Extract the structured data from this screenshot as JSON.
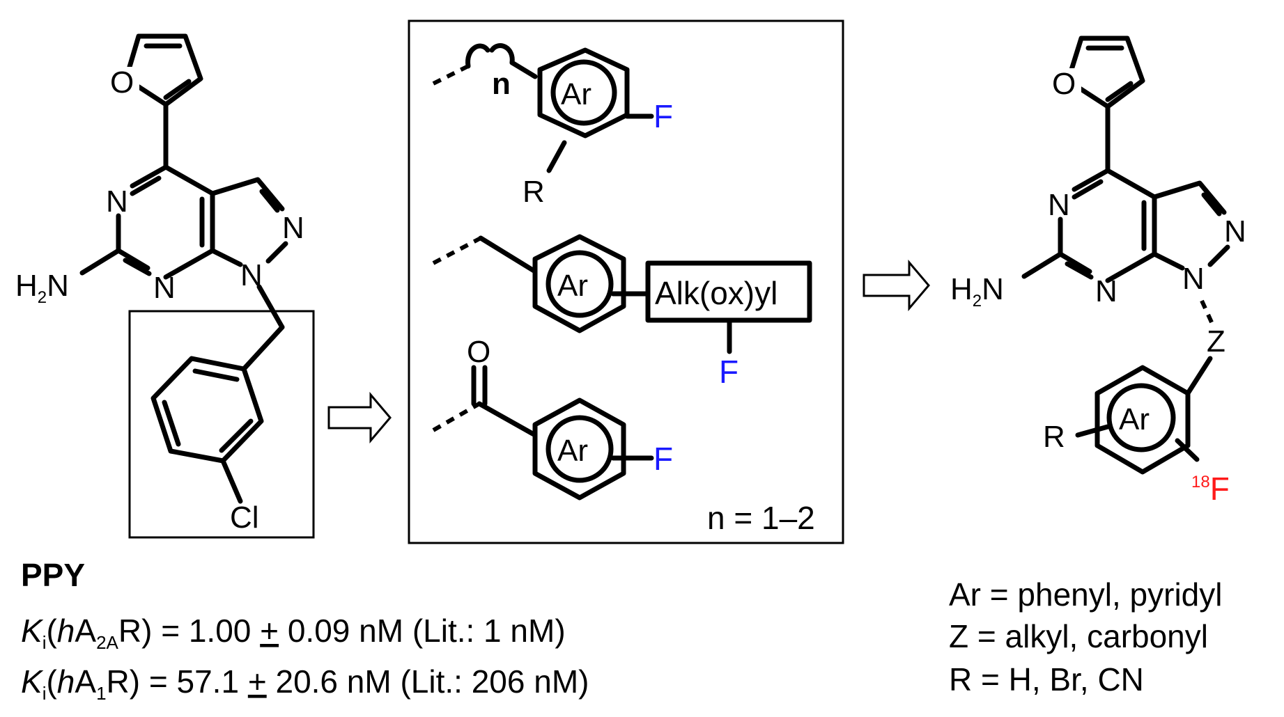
{
  "compound": {
    "name": "PPY",
    "ki_a2a": {
      "K": "K",
      "i": "i",
      "open": "(",
      "h": "h",
      "A": "A",
      "sub": "2A",
      "rest": "R) = 1.00 ",
      "pm": "+",
      "tail": " 0.09 nM (Lit.: 1 nM)"
    },
    "ki_a1": {
      "K": "K",
      "i": "i",
      "open": "(",
      "h": "h",
      "A": "A",
      "sub": "1",
      "rest": "R) = 57.1 ",
      "pm": "+",
      "tail": " 20.6 nM (Lit.: 206 nM)"
    }
  },
  "atoms": {
    "O": "O",
    "N": "N",
    "H": "H",
    "two": "2",
    "Cl": "Cl",
    "F": "F",
    "R": "R",
    "Ar": "Ar",
    "n": "n",
    "Z": "Z",
    "eighteen": "18",
    "alkoxyl": "Alk(ox)yl"
  },
  "box_note": "n = 1–2",
  "legend": [
    "Ar = phenyl, pyridyl",
    "Z = alkyl, carbonyl",
    "R = H, Br, CN"
  ],
  "colors": {
    "fluorine": "#1a1aff",
    "radiofluorine": "#ff1a1a",
    "ink": "#000000"
  },
  "icons": [
    "right-arrow-icon",
    "right-arrow-icon"
  ]
}
